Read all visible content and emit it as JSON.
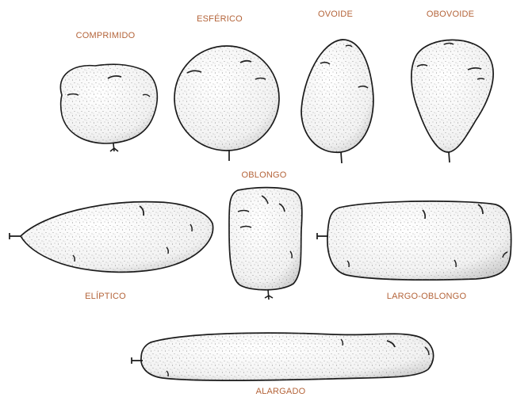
{
  "figure": {
    "shapes": [
      {
        "id": "comprimido",
        "label": "COMPRIMIDO"
      },
      {
        "id": "esferico",
        "label": "ESFÉRICO"
      },
      {
        "id": "ovoide",
        "label": "OVOIDE"
      },
      {
        "id": "obovoide",
        "label": "OBOVOIDE"
      },
      {
        "id": "oblongo",
        "label": "OBLONGO"
      },
      {
        "id": "eliptico",
        "label": "ELÍPTICO"
      },
      {
        "id": "largo-oblongo",
        "label": "LARGO-OBLONGO"
      },
      {
        "id": "alargado",
        "label": "ALARGADO"
      }
    ],
    "label_color": "#b4643a",
    "outline_color": "#1a1a1a"
  }
}
